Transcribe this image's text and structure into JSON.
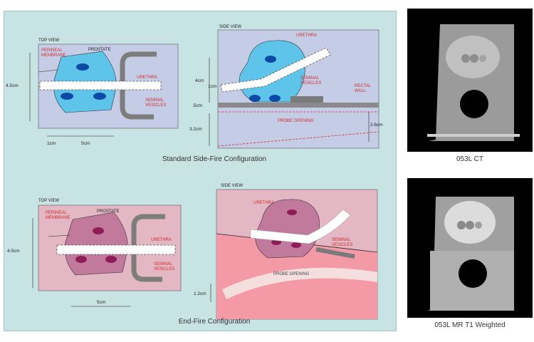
{
  "diagrams": {
    "top_view_label": "TOP VIEW",
    "side_view_label": "SIDE VIEW",
    "perineal_membrane": "PERINEAL MEMBRANE",
    "perineal_line1": "PERINEAL",
    "perineal_line2": "MEMBRANE",
    "prostate": "PROSTATE",
    "urethra": "URETHRA",
    "seminal_line1": "SEMINAL",
    "seminal_line2": "VESICLES",
    "rectal_line1": "RECTAL",
    "rectal_line2": "WALL",
    "probe_opening": "PROBE OPENING",
    "dims": {
      "top_height": "4.5cm",
      "one_cm": "1cm",
      "five_cm": "5cm",
      "four_cm": "4cm",
      "half_cm": ".5cm",
      "three_two_cm": "3.2cm",
      "two_six_cm": "2.6cm",
      "one_two_cm": "1.2cm"
    }
  },
  "captions": {
    "side_fire": "Standard Side-Fire Configuration",
    "end_fire": "End-Fire Configuration"
  },
  "images": {
    "ct_caption": "053L CT",
    "mr_caption": "053L MR T1 Weighted"
  },
  "colors": {
    "panel_bg": "#c8e3e3",
    "blue_bg": "#c5cde6",
    "blue_prostate": "#5ec4ea",
    "blue_dots": "#0d4aa5",
    "pink_bg": "#e3b7c3",
    "pink_prostate": "#c27a9c",
    "pink_dots": "#8e1d57",
    "label_red": "#d42a2a"
  }
}
